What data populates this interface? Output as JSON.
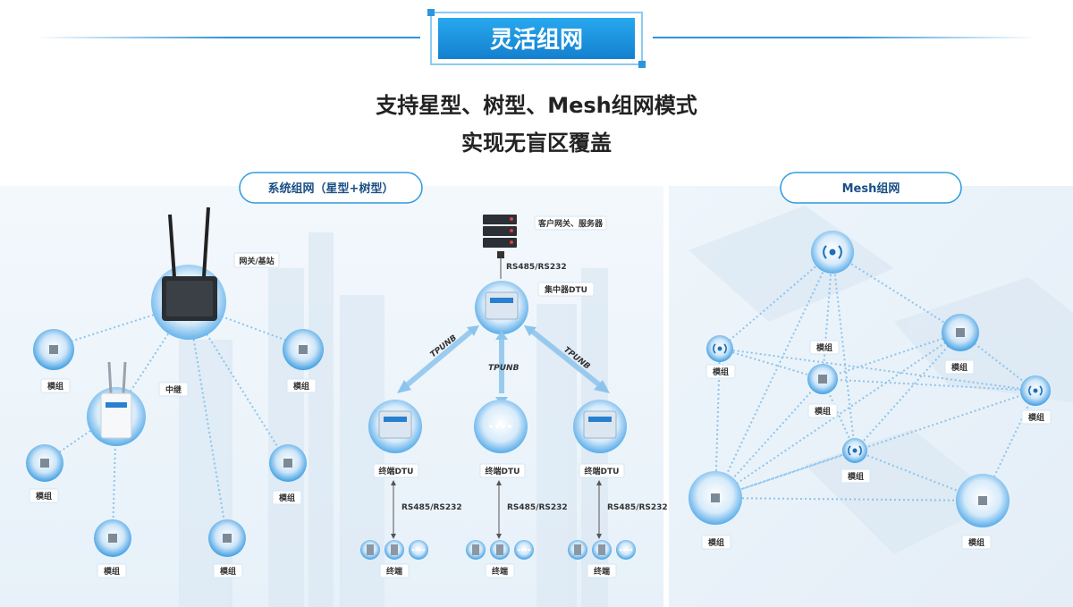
{
  "header": {
    "title": "灵活组网",
    "subtitle_line1": "支持星型、树型、Mesh组网模式",
    "subtitle_line2": "实现无盲区覆盖"
  },
  "left_panel": {
    "title": "系统组网（星型+树型）",
    "gateway_label": "网关/基站",
    "relay_label": "中继",
    "module_label": "模组",
    "server_label": "客户网关、服务器",
    "server_link_label": "RS485/RS232",
    "concentrator_label": "集中器DTU",
    "tpunb_label": "TPUNB",
    "terminal_dtu_label": "终端DTU",
    "terminal_link_label": "RS485/RS232",
    "terminal_label": "终端"
  },
  "right_panel": {
    "title": "Mesh组网",
    "module_label": "模组"
  },
  "colors": {
    "title_blue": "#1b8fd8",
    "accent_blue": "#2d9be0",
    "node_blue": "#4aa6e8",
    "text_dark": "#222222"
  }
}
